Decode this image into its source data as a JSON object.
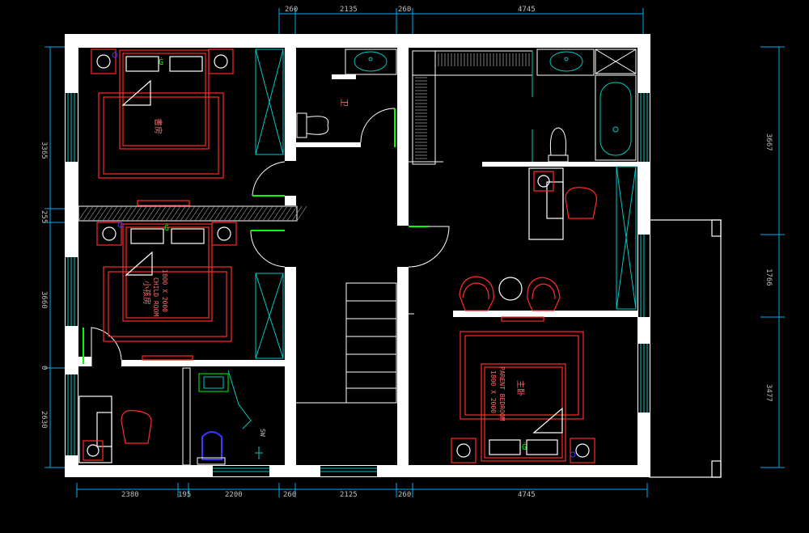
{
  "colors": {
    "background": "#000000",
    "wall": "#ffffff",
    "dimension": "#00aeef",
    "furniture": "#ff2a2a",
    "fixture": "#00c8c8",
    "door": "#00ff00",
    "accent": "#0000ff"
  },
  "dimensions": {
    "top": [
      "260",
      "2135",
      "260",
      "4745"
    ],
    "bottom": [
      "2380",
      "195",
      "2200",
      "260",
      "2125",
      "260",
      "4745"
    ],
    "left": [
      "3365",
      "255",
      "3660",
      "0",
      "2630"
    ],
    "right": [
      "3667",
      "1766",
      "3477"
    ]
  },
  "rooms": {
    "study_label": "書房",
    "bath_label": "卫",
    "child_label": "小孩房",
    "child_label_en": "CHILD ROOM",
    "child_bed_size": "1800 X 2000",
    "master_label": "主卧",
    "master_label_en": "PARENT BEDROOM",
    "master_bed_size": "1800 X 2000",
    "sw_label": "SW"
  }
}
